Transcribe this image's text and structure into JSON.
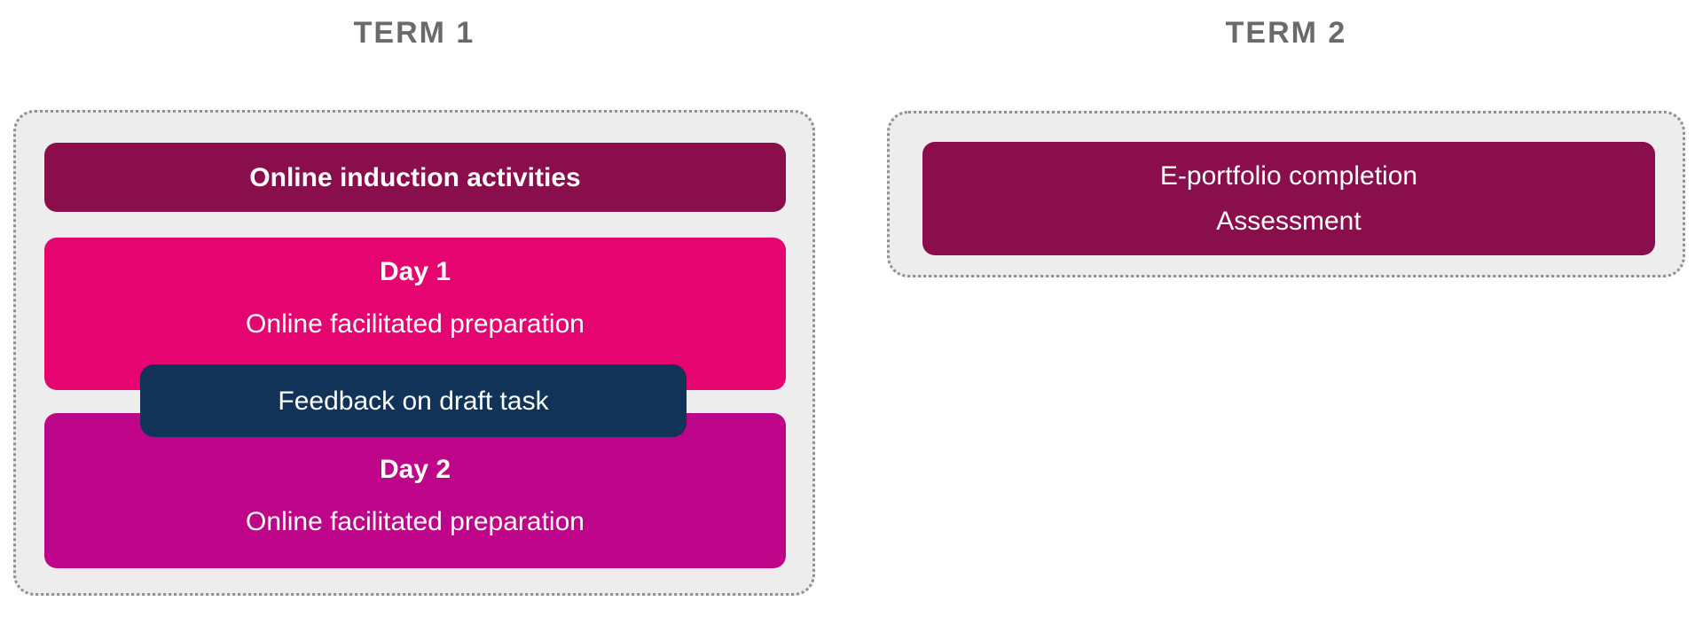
{
  "colors": {
    "maroon": "#8A0D4C",
    "pink": "#E60470",
    "magenta": "#BE0489",
    "navy": "#113358",
    "panel_bg": "#EDEDED",
    "panel_border": "#8F8F8F",
    "term_label": "#6A6A6A",
    "box_text": "#FFFFFF",
    "page_bg": "#FFFFFF"
  },
  "term1": {
    "label": "TERM 1",
    "induction": {
      "title": "Online induction activities"
    },
    "day1": {
      "title": "Day 1",
      "subtitle": "Online facilitated preparation"
    },
    "feedback": {
      "title": "Feedback on draft task"
    },
    "day2": {
      "title": "Day 2",
      "subtitle": "Online facilitated preparation"
    }
  },
  "term2": {
    "label": "TERM 2",
    "eportfolio": {
      "line1": "E-portfolio completion",
      "line2": "Assessment"
    }
  }
}
